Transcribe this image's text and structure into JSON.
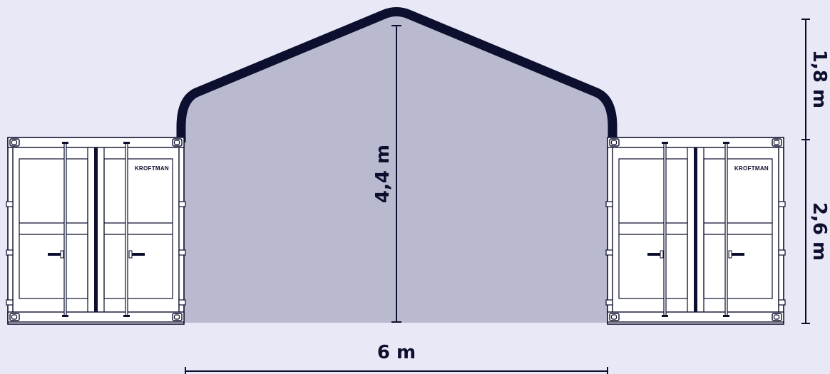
{
  "diagram": {
    "width_label": "6 m",
    "height_label": "4,4 m",
    "roof_label": "1,8 m",
    "container_label": "2,6 m",
    "container_brand": "KROFTMAN"
  },
  "colors": {
    "background": "#e9e8f6",
    "tent_fill": "#b9b9cf",
    "frame": "#0c0f2e",
    "container_fill": "#ffffff",
    "line": "#0c0f2e"
  }
}
